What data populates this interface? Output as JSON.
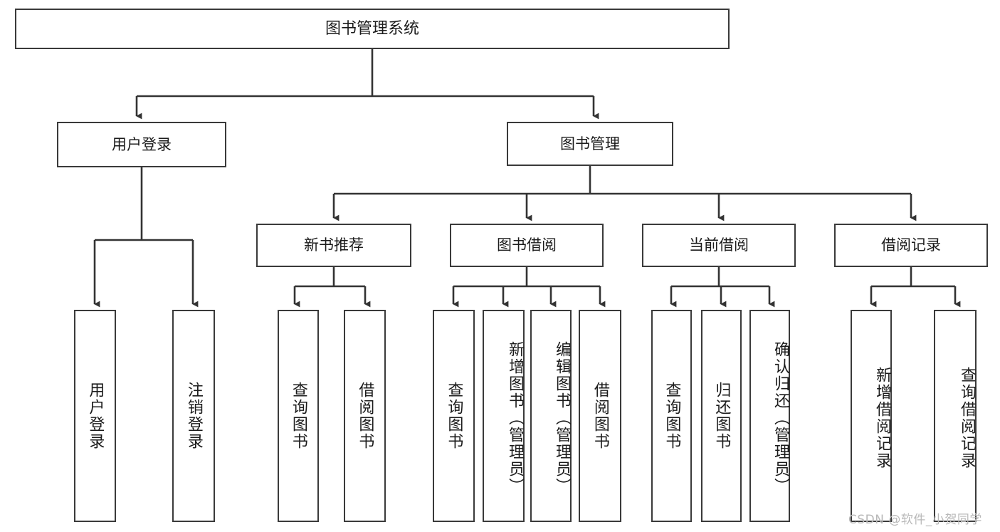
{
  "diagram": {
    "type": "tree-hierarchy-chart",
    "title": "图书管理系统",
    "colors": {
      "box_border": "#3a3a3a",
      "box_fill": "#ffffff",
      "edge": "#333333",
      "text": "#1b1b1b",
      "watermark": "#b9b9b9"
    },
    "root": {
      "label": "图书管理系统"
    },
    "level2": [
      {
        "id": "login",
        "label": "用户登录"
      },
      {
        "id": "bookmgmt",
        "label": "图书管理"
      }
    ],
    "level3": [
      {
        "id": "newbook",
        "label": "新书推荐",
        "parent": "bookmgmt"
      },
      {
        "id": "borrow",
        "label": "图书借阅",
        "parent": "bookmgmt"
      },
      {
        "id": "current",
        "label": "当前借阅",
        "parent": "bookmgmt"
      },
      {
        "id": "record",
        "label": "借阅记录",
        "parent": "bookmgmt"
      }
    ],
    "leaves": [
      {
        "id": "leaf-user-login",
        "label": "用户登录",
        "parent": "login"
      },
      {
        "id": "leaf-user-logout",
        "label": "注销登录",
        "parent": "login"
      },
      {
        "id": "leaf-query-book-1",
        "label": "查询图书",
        "parent": "newbook"
      },
      {
        "id": "leaf-borrow-book-1",
        "label": "借阅图书",
        "parent": "newbook"
      },
      {
        "id": "leaf-query-book-2",
        "label": "查询图书",
        "parent": "borrow"
      },
      {
        "id": "leaf-add-book",
        "label": "新增图书（管理员）",
        "parent": "borrow"
      },
      {
        "id": "leaf-edit-book",
        "label": "编辑图书（管理员）",
        "parent": "borrow"
      },
      {
        "id": "leaf-borrow-book-2",
        "label": "借阅图书",
        "parent": "borrow"
      },
      {
        "id": "leaf-query-book-3",
        "label": "查询图书",
        "parent": "current"
      },
      {
        "id": "leaf-return-book",
        "label": "归还图书",
        "parent": "current"
      },
      {
        "id": "leaf-confirm-return",
        "label": "确认归还（管理员）",
        "parent": "current"
      },
      {
        "id": "leaf-add-record",
        "label": "新增借阅记录",
        "parent": "record"
      },
      {
        "id": "leaf-query-record",
        "label": "查询借阅记录",
        "parent": "record"
      }
    ],
    "watermark": "CSDN @软件_小贺同学"
  }
}
